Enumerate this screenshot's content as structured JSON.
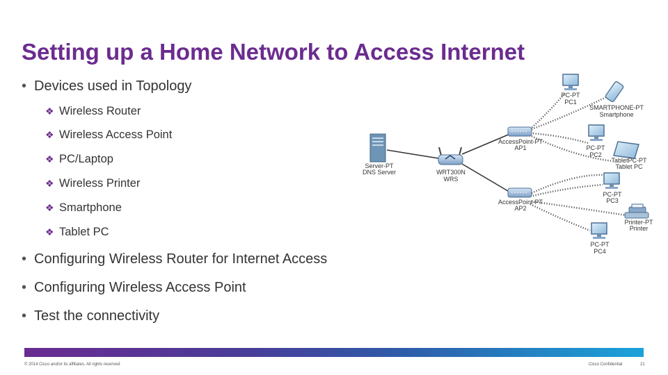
{
  "slide": {
    "title": "Setting up a Home Network to Access Internet",
    "bullets": [
      {
        "text": "Devices used in Topology",
        "sub": [
          "Wireless Router",
          "Wireless Access Point",
          "PC/Laptop",
          "Wireless Printer",
          "Smartphone",
          "Tablet PC"
        ]
      },
      {
        "text": "Configuring Wireless Router for Internet Access"
      },
      {
        "text": "Configuring Wireless Access Point"
      },
      {
        "text": "Test the connectivity"
      }
    ],
    "bullet_glyph": "•",
    "sub_glyph": "❖"
  },
  "diagram": {
    "devices": {
      "server": {
        "l1": "Server-PT",
        "l2": "DNS Server",
        "icon": "server-icon"
      },
      "router": {
        "l1": "WRT300N",
        "l2": "WRS",
        "icon": "wireless-router-icon"
      },
      "ap1": {
        "l1": "AccessPoint-PT",
        "l2": "AP1",
        "icon": "access-point-icon"
      },
      "ap2": {
        "l1": "AccessPoint-PT",
        "l2": "AP2",
        "icon": "access-point-icon"
      },
      "pc1": {
        "l1": "PC-PT",
        "l2": "PC1",
        "icon": "pc-icon"
      },
      "smartphone": {
        "l1": "SMARTPHONE-PT",
        "l2": "Smartphone",
        "icon": "smartphone-icon"
      },
      "pc2": {
        "l1": "PC-PT",
        "l2": "PC2",
        "icon": "pc-icon"
      },
      "tablet": {
        "l1": "TabletPC-PT",
        "l2": "Tablet PC",
        "icon": "tablet-icon"
      },
      "pc3": {
        "l1": "PC-PT",
        "l2": "PC3",
        "icon": "pc-icon"
      },
      "printer": {
        "l1": "Printer-PT",
        "l2": "Printer",
        "icon": "printer-icon"
      },
      "pc4": {
        "l1": "PC-PT",
        "l2": "PC4",
        "icon": "pc-icon"
      }
    },
    "colors": {
      "wire": "#333333",
      "wireless": "#555555"
    }
  },
  "footer": {
    "copyright": "© 2014 Cisco and/or its affiliates. All rights reserved.",
    "classification": "Cisco Confidential",
    "page_number": "21"
  }
}
